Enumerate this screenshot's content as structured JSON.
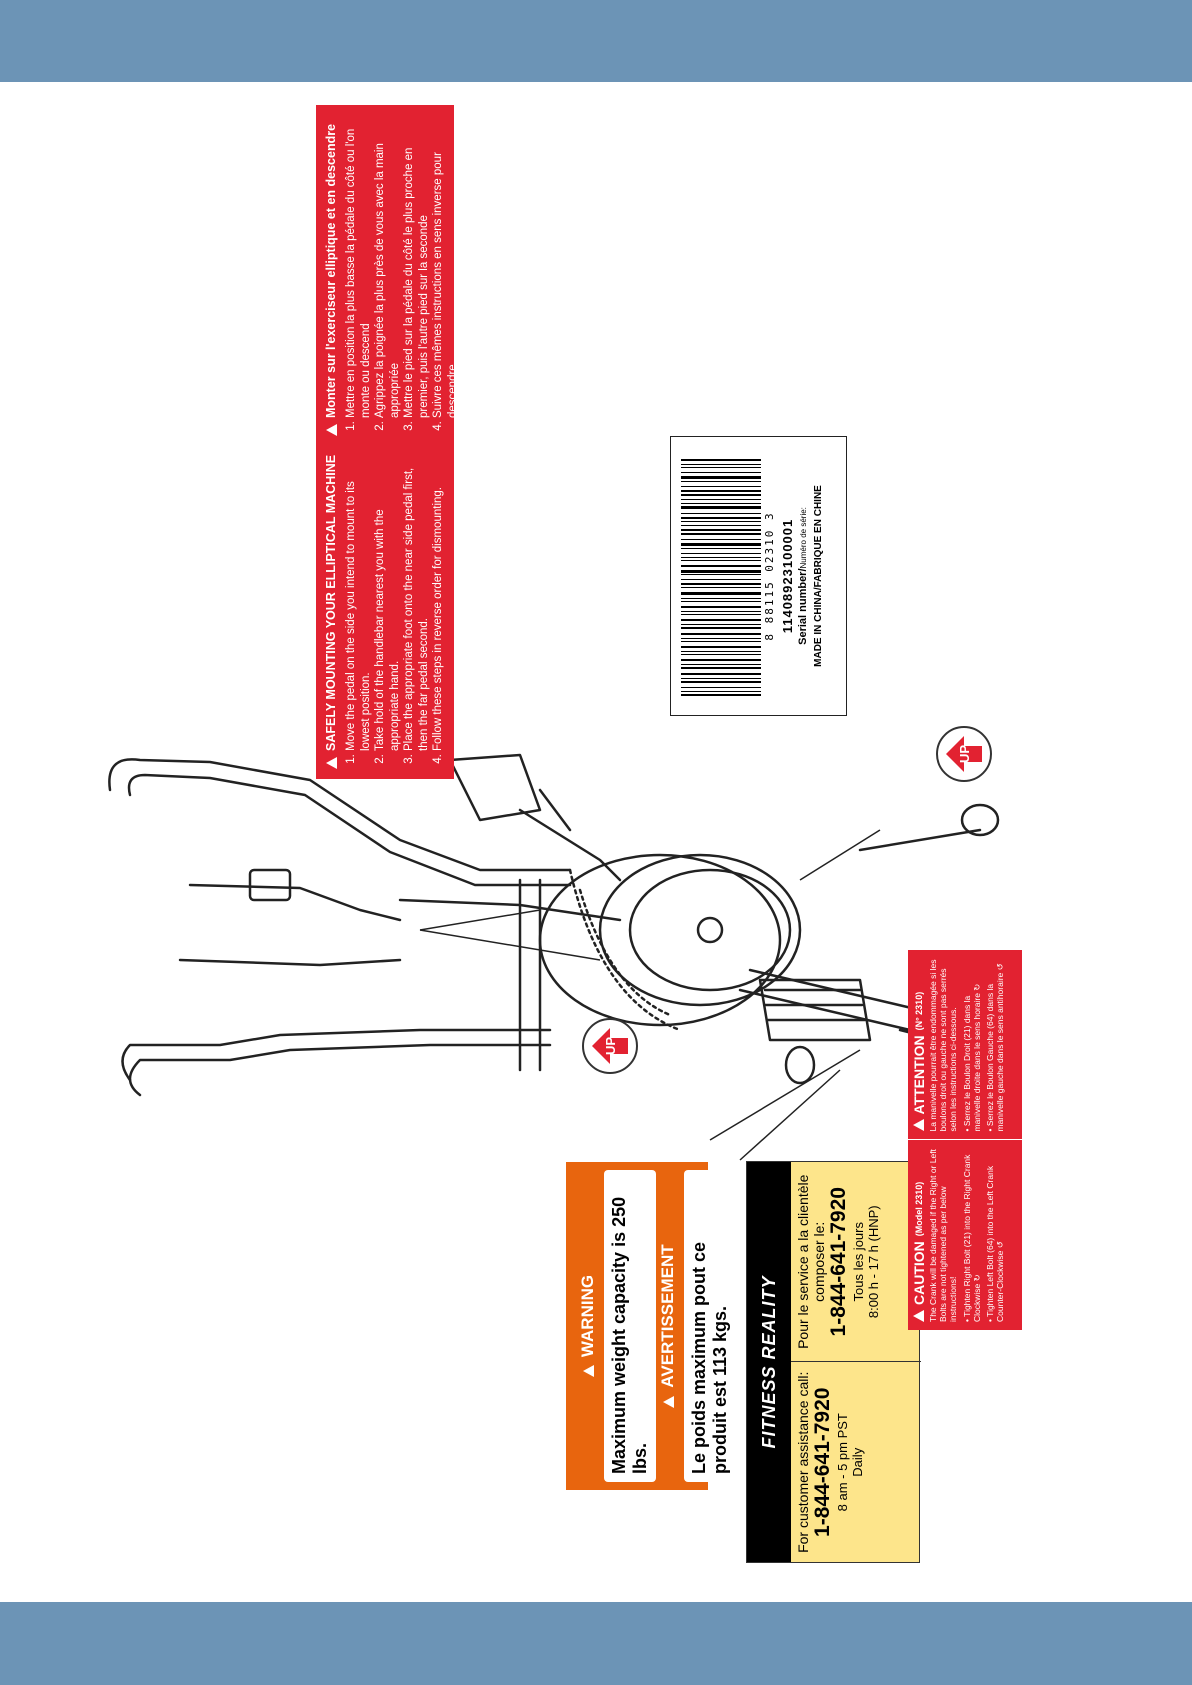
{
  "mounting_label": {
    "en_title": "SAFELY MOUNTING YOUR ELLIPTICAL MACHINE",
    "en_steps": [
      "Move the pedal on the side you intend to mount to its lowest position.",
      "Take hold of the handlebar nearest you with the appropriate hand.",
      "Place the appropriate foot onto the near side pedal first, then the far pedal second.",
      "Follow these steps in reverse order for dismounting."
    ],
    "fr_title": "Monter sur l'exerciseur elliptique et en descendre",
    "fr_steps": [
      "Mettre en position la plus basse la pédale du côté ou l'on monte ou descend",
      "Agrippez la poignée la plus près de vous avec la main appropriée",
      "Mettre le pied sur la pédale du côté le plus proche en premier, puis l'autre pied sur la seconde",
      "Suivre ces mêmes instructions en sens inverse pour descendre."
    ]
  },
  "serial_label": {
    "barcode_digits": "8 88115 02310 3",
    "serial_value": "11408923100001",
    "serial_label": "Serial number/",
    "serial_label_fr": "Numéro de série:",
    "made_in": "MADE IN CHINA/FABRIQUE EN CHINE"
  },
  "warning_label": {
    "warning_head": "WARNING",
    "warning_text": "Maximum weight capacity is 250 lbs.",
    "avert_head": "AVERTISSEMENT",
    "avert_text": "Le poids maximum pout ce produit est 113 kgs."
  },
  "customer_label": {
    "brand": "FITNESS REALITY",
    "en_line": "For customer assistance call:",
    "en_phone": "1-844-641-7920",
    "en_hours": "8 am - 5 pm PST",
    "en_days": "Daily",
    "fr_line": "Pour le service a la clientèle composer le:",
    "fr_phone": "1-844-641-7920",
    "fr_days": "Tous les jours",
    "fr_hours": "8:00 h - 17 h (HNP)"
  },
  "caution_label": {
    "en_title": "CAUTION",
    "en_model": "(Model 2310)",
    "en_text": "The Crank will be damaged if the Right or Left Bolts are not tightened as per below instructions!",
    "en_b1": "Tighten Right Bolt (21) into the Right Crank Clockwise",
    "en_b2": "Tighten Left Bolt (64) into the Left Crank Counter-Clockwise",
    "fr_title": "ATTENTION",
    "fr_model": "(N° 2310)",
    "fr_text": "La manivelle pourrait être endommagée si les boulons droit ou gauche ne sont pas serrés selon les instructions ci-dessous.",
    "fr_b1": "Serrez le Boulon Droit (21) dans la manivelle droite dans le sens horaire",
    "fr_b2": "Serrez le Boulon Gauche (64) dans la manivelle gauche dans le sens antihoraire"
  },
  "up_arrows": [
    "UP",
    "UP"
  ],
  "colors": {
    "band": "#6c94b6",
    "red_label": "#e22231",
    "orange_label": "#e8650e",
    "yellow_label": "#fde58b"
  }
}
